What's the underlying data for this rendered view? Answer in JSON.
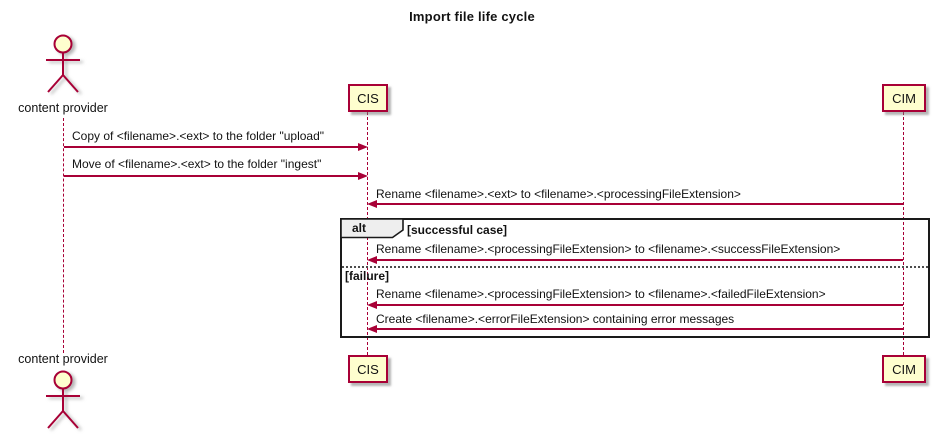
{
  "title": "Import file life cycle",
  "actor": {
    "label": "content provider"
  },
  "participants": [
    {
      "name": "CIS"
    },
    {
      "name": "CIM"
    }
  ],
  "messages": [
    {
      "text": "Copy of <filename>.<ext> to the folder \"upload\"",
      "from": "content provider",
      "to": "CIS",
      "direction": "right"
    },
    {
      "text": "Move of <filename>.<ext> to the folder \"ingest\"",
      "from": "content provider",
      "to": "CIS",
      "direction": "right"
    },
    {
      "text": "Rename <filename>.<ext> to <filename>.<processingFileExtension>",
      "from": "CIM",
      "to": "CIS",
      "direction": "left"
    },
    {
      "text": "Rename <filename>.<processingFileExtension> to <filename>.<successFileExtension>",
      "from": "CIM",
      "to": "CIS",
      "direction": "left"
    },
    {
      "text": "Rename <filename>.<processingFileExtension> to <filename>.<failedFileExtension>",
      "from": "CIM",
      "to": "CIS",
      "direction": "left"
    },
    {
      "text": "Create <filename>.<errorFileExtension> containing error messages",
      "from": "CIM",
      "to": "CIS",
      "direction": "left"
    }
  ],
  "fragment": {
    "operator": "alt",
    "sections": [
      {
        "guard": "[successful case]"
      },
      {
        "guard": "[failure]"
      }
    ]
  },
  "colors": {
    "accent": "#A80036",
    "participant_fill": "#FEFECE",
    "fragment_border": "#1A1A1A",
    "operator_fill": "#EEEEEE",
    "text": "#121212",
    "background": "#FFFFFF"
  }
}
